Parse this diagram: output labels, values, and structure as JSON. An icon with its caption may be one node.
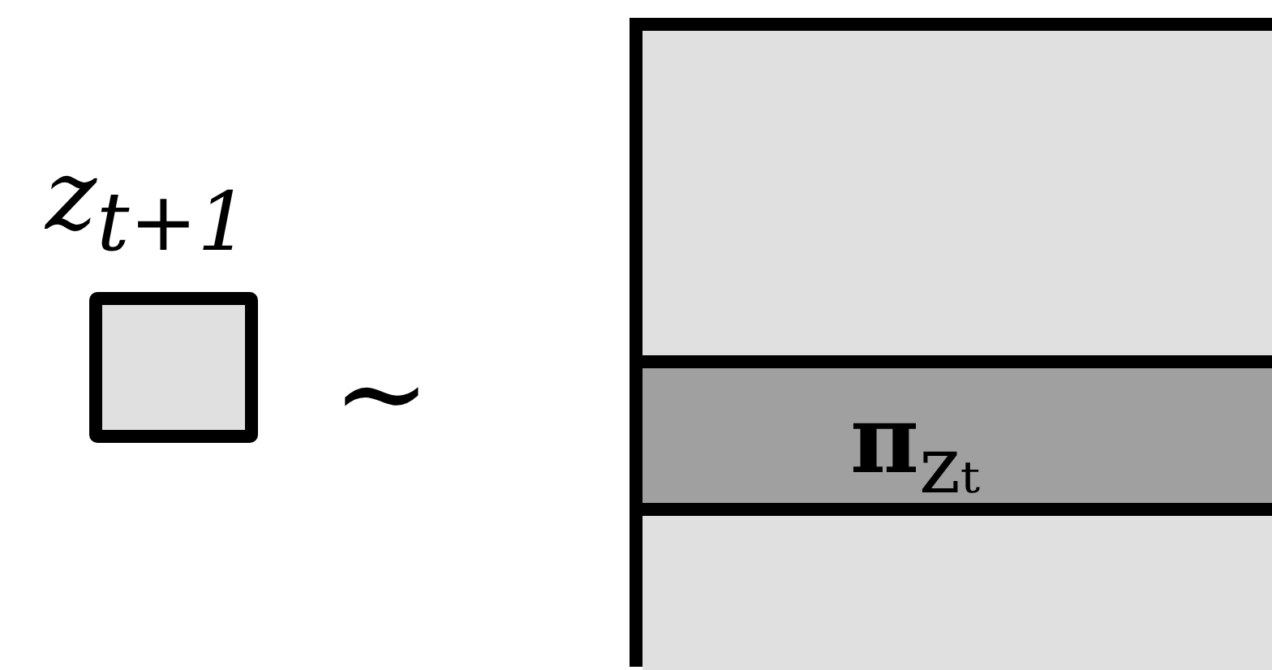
{
  "diagram": {
    "nodes": [
      {
        "text": [
          "z$_{t+1}$"
        ]
      },
      {
        "text": [],
        "shape": "box"
      },
      {
        "text": [],
        "shape": "bar",
        "in": 1
      },
      {
        "text": [
          "**π**$_{zₜ}$"
        ],
        "in": 1
      },
      {
        "text": [],
        "shape": "bar",
        "in": 1
      }
    ],
    "labels": [
      "∼"
    ]
  }
}
